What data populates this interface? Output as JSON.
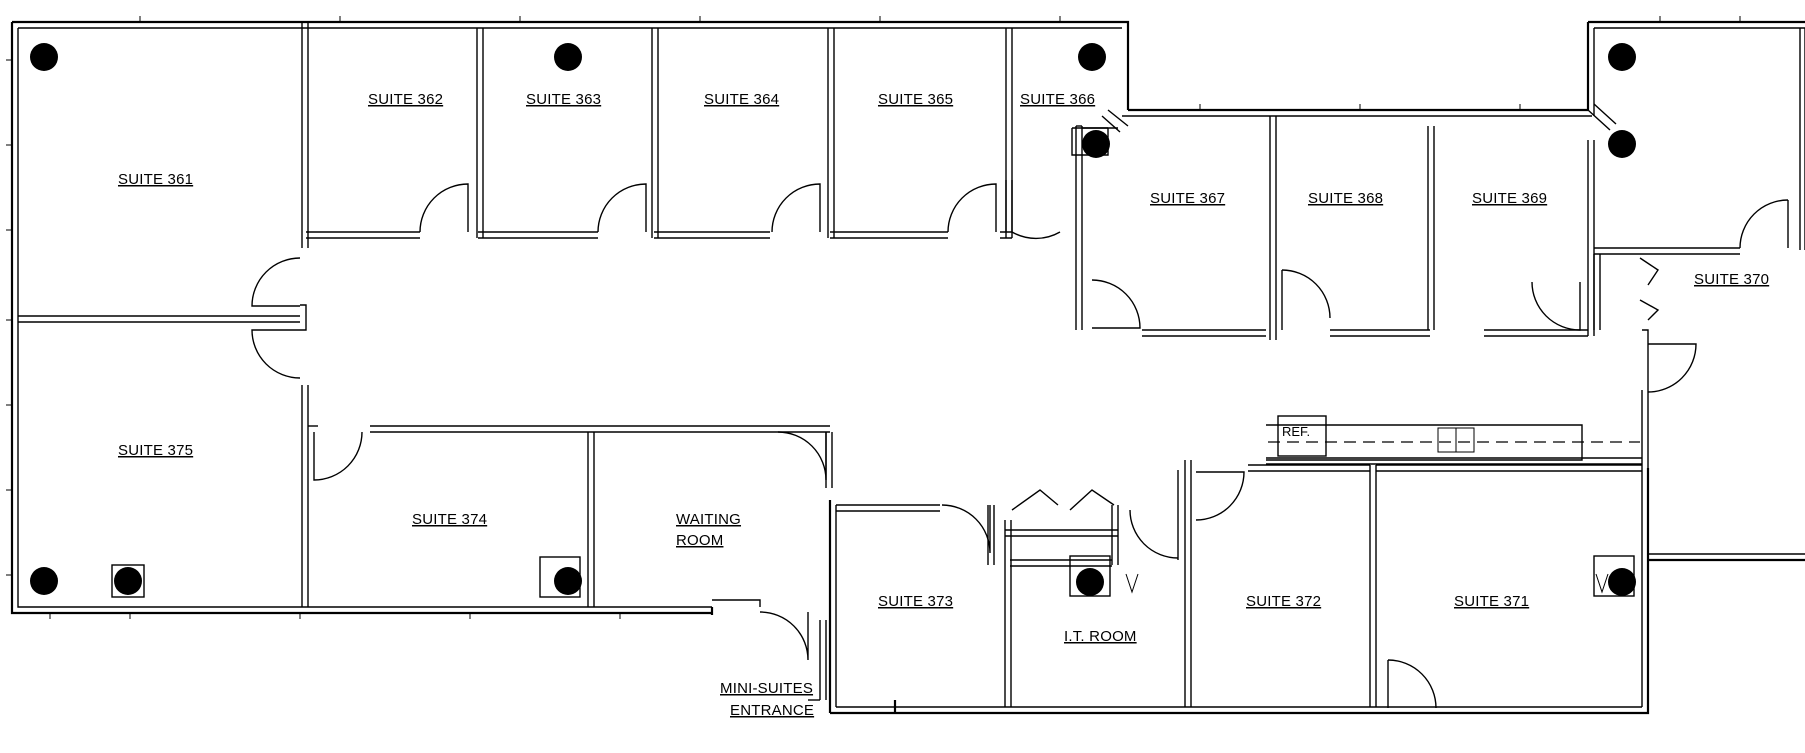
{
  "rooms": {
    "suite_361": "SUITE 361",
    "suite_362": "SUITE 362",
    "suite_363": "SUITE 363",
    "suite_364": "SUITE 364",
    "suite_365": "SUITE 365",
    "suite_366": "SUITE 366",
    "suite_367": "SUITE 367",
    "suite_368": "SUITE 368",
    "suite_369": "SUITE 369",
    "suite_370": "SUITE 370",
    "suite_371": "SUITE 371",
    "suite_372": "SUITE 372",
    "suite_373": "SUITE 373",
    "suite_374": "SUITE 374",
    "suite_375": "SUITE 375",
    "waiting_line1": "WAITING",
    "waiting_line2": "ROOM",
    "it_room": "I.T. ROOM",
    "ref": "REF.",
    "entrance_line1": "MINI-SUITES",
    "entrance_line2": "ENTRANCE"
  },
  "colors": {
    "line": "#000000",
    "background": "#ffffff"
  }
}
